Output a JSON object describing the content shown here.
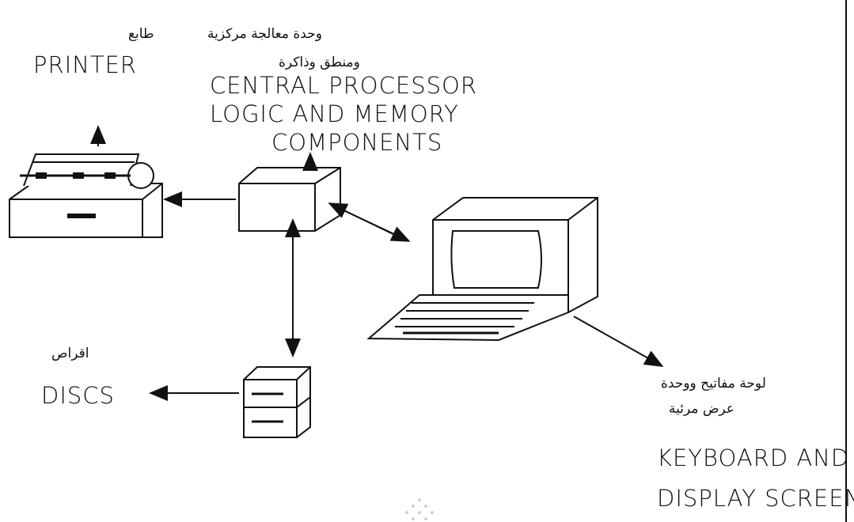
{
  "labels": {
    "printer_ar": "طابع",
    "printer_en": "PRINTER",
    "cpu_ar_1": "وحدة معالجة مركزية",
    "cpu_ar_2": "ومنطق وذاكرة",
    "cpu_en_1": "CENTRAL PROCESSOR",
    "cpu_en_2": "LOGIC  AND MEMORY",
    "cpu_en_3": "COMPONENTS",
    "discs_ar": "اقراص",
    "discs_en": "DISCS",
    "kbd_ar_1": "لوحة مفاتيح ووحدة",
    "kbd_ar_2": "عرض مرئية",
    "kbd_en_1": "KEYBOARD AND",
    "kbd_en_2": "DISPLAY SCREEN"
  },
  "colors": {
    "ink": "#111111",
    "background": "#ffffff"
  }
}
